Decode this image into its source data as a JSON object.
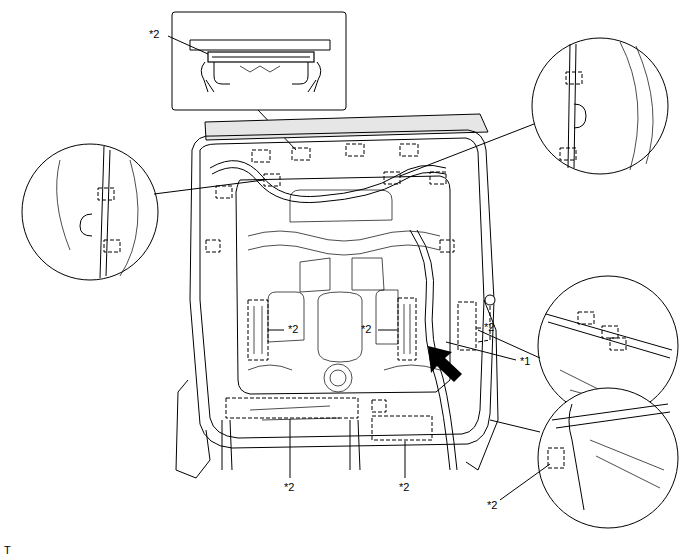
{
  "diagram": {
    "labels": [
      "*2",
      "*2",
      "*2",
      "*2",
      "*2",
      "*2",
      "*2",
      "*1",
      "T"
    ]
  }
}
